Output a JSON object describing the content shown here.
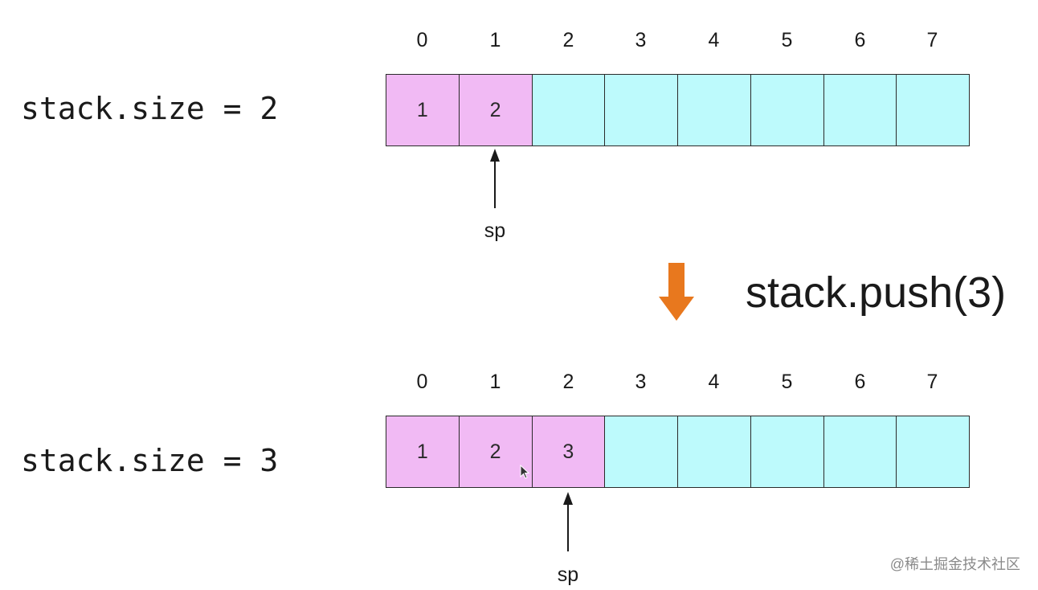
{
  "top": {
    "size_label": "stack.size = 2",
    "indices": [
      "0",
      "1",
      "2",
      "3",
      "4",
      "5",
      "6",
      "7"
    ],
    "cells": [
      "1",
      "2",
      "",
      "",
      "",
      "",
      "",
      ""
    ],
    "pointer_label": "sp"
  },
  "operation": {
    "label": "stack.push(3)",
    "arrow_color": "#e8781e"
  },
  "bottom": {
    "size_label": "stack.size = 3",
    "indices": [
      "0",
      "1",
      "2",
      "3",
      "4",
      "5",
      "6",
      "7"
    ],
    "cells": [
      "1",
      "2",
      "3",
      "",
      "",
      "",
      "",
      ""
    ],
    "pointer_label": "sp"
  },
  "colors": {
    "filled_cell": "#f1baf4",
    "empty_cell": "#bdfafc"
  },
  "watermark": "@稀土掘金技术社区"
}
